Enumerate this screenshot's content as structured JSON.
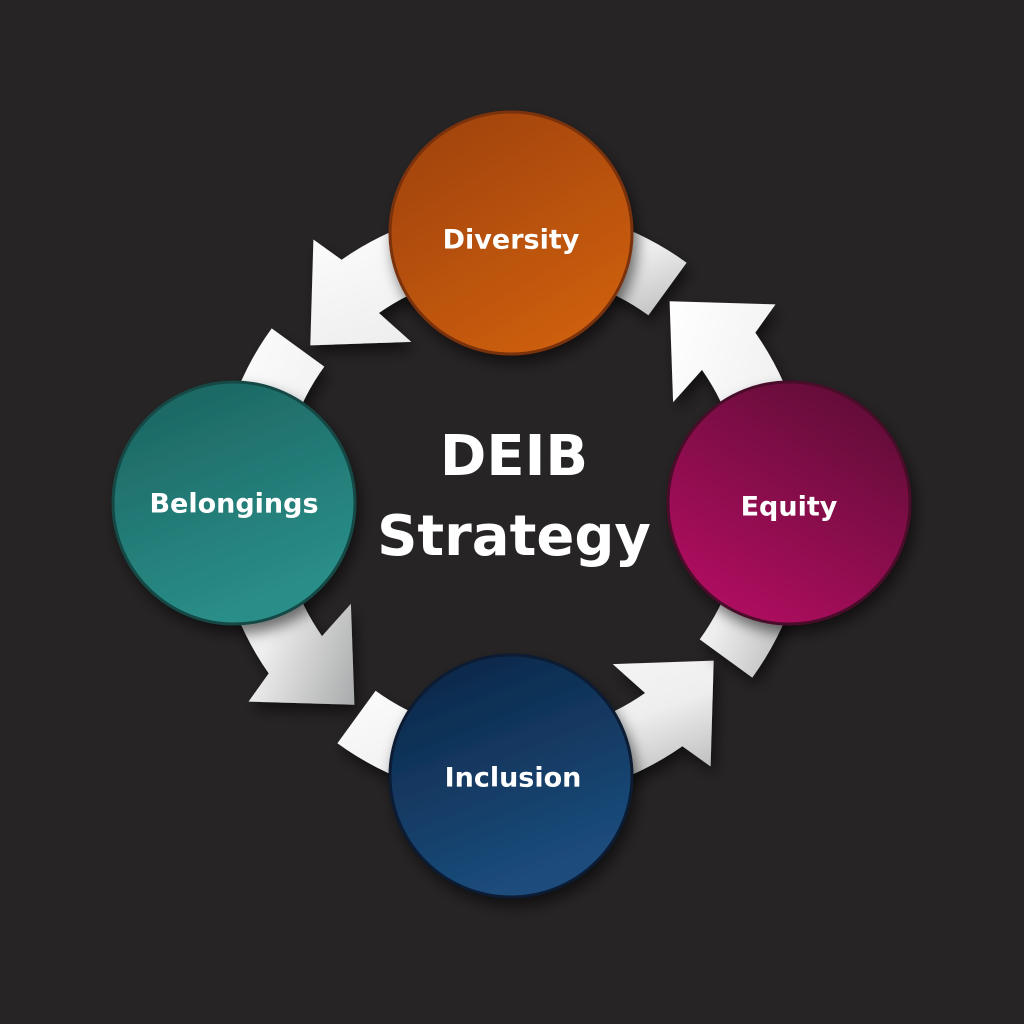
{
  "title": {
    "line1": "DEIB",
    "line2": "Strategy"
  },
  "nodes": [
    {
      "label": "Diversity",
      "color_a": "#9c400c",
      "color_b": "#cc5e0a"
    },
    {
      "label": "Equity",
      "color_a": "#5e0a36",
      "color_b": "#b40e62"
    },
    {
      "label": "Inclusion",
      "color_a": "#0a2444",
      "color_b": "#1b4c7c"
    },
    {
      "label": "Belongings",
      "color_a": "#1b625f",
      "color_b": "#2a8e88"
    }
  ],
  "colors": {
    "background": "#272425",
    "arrow_light": "#ffffff",
    "arrow_dark": "#a9aaab"
  }
}
